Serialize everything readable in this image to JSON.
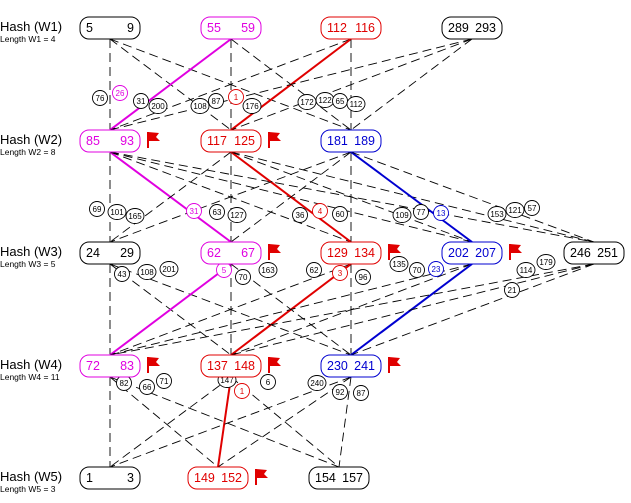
{
  "colors": {
    "black": "#000000",
    "magenta": "#e000e0",
    "red": "#e00000",
    "blue": "#0000d0",
    "flag": "#e00000"
  },
  "rows": [
    {
      "id": "w1",
      "label": "Hash (W1)",
      "length": "Length W1 = 4",
      "nodes": [
        {
          "id": "w1n1",
          "a": "5",
          "b": "9",
          "color": "black",
          "flag": false
        },
        {
          "id": "w1n2",
          "a": "55",
          "b": "59",
          "color": "magenta",
          "flag": false
        },
        {
          "id": "w1n3",
          "a": "112",
          "b": "116",
          "color": "red",
          "flag": false
        },
        {
          "id": "w1n4",
          "a": "289",
          "b": "293",
          "color": "black",
          "flag": false
        }
      ]
    },
    {
      "id": "w2",
      "label": "Hash (W2)",
      "length": "Length W2 = 8",
      "nodes": [
        {
          "id": "w2n1",
          "a": "85",
          "b": "93",
          "color": "magenta",
          "flag": true
        },
        {
          "id": "w2n2",
          "a": "117",
          "b": "125",
          "color": "red",
          "flag": true
        },
        {
          "id": "w2n3",
          "a": "181",
          "b": "189",
          "color": "blue",
          "flag": false
        }
      ]
    },
    {
      "id": "w3",
      "label": "Hash (W3)",
      "length": "Length W3 = 5",
      "nodes": [
        {
          "id": "w3n1",
          "a": "24",
          "b": "29",
          "color": "black",
          "flag": false
        },
        {
          "id": "w3n2",
          "a": "62",
          "b": "67",
          "color": "magenta",
          "flag": true
        },
        {
          "id": "w3n3",
          "a": "129",
          "b": "134",
          "color": "red",
          "flag": true
        },
        {
          "id": "w3n4",
          "a": "202",
          "b": "207",
          "color": "blue",
          "flag": true
        },
        {
          "id": "w3n5",
          "a": "246",
          "b": "251",
          "color": "black",
          "flag": false
        }
      ]
    },
    {
      "id": "w4",
      "label": "Hash (W4)",
      "length": "Length W4 = 11",
      "nodes": [
        {
          "id": "w4n1",
          "a": "72",
          "b": "83",
          "color": "magenta",
          "flag": true
        },
        {
          "id": "w4n2",
          "a": "137",
          "b": "148",
          "color": "red",
          "flag": true
        },
        {
          "id": "w4n3",
          "a": "230",
          "b": "241",
          "color": "blue",
          "flag": true
        }
      ]
    },
    {
      "id": "w5",
      "label": "Hash (W5)",
      "length": "Length W5 = 3",
      "nodes": [
        {
          "id": "w5n1",
          "a": "1",
          "b": "3",
          "color": "black",
          "flag": false
        },
        {
          "id": "w5n2",
          "a": "149",
          "b": "152",
          "color": "red",
          "flag": true
        },
        {
          "id": "w5n3",
          "a": "154",
          "b": "157",
          "color": "black",
          "flag": false
        }
      ]
    }
  ],
  "edges": [
    {
      "from": "w1n1",
      "to": "w2n1",
      "style": "dashed",
      "color": "black"
    },
    {
      "from": "w1n1",
      "to": "w2n2",
      "style": "dashed",
      "color": "black"
    },
    {
      "from": "w1n1",
      "to": "w2n3",
      "style": "dashed",
      "color": "black"
    },
    {
      "from": "w1n2",
      "to": "w2n1",
      "style": "solid",
      "color": "magenta"
    },
    {
      "from": "w1n2",
      "to": "w2n2",
      "style": "dashed",
      "color": "black"
    },
    {
      "from": "w1n2",
      "to": "w2n3",
      "style": "dashed",
      "color": "black"
    },
    {
      "from": "w1n3",
      "to": "w2n1",
      "style": "dashed",
      "color": "black"
    },
    {
      "from": "w1n3",
      "to": "w2n2",
      "style": "solid",
      "color": "red"
    },
    {
      "from": "w1n3",
      "to": "w2n3",
      "style": "dashed",
      "color": "black"
    },
    {
      "from": "w1n4",
      "to": "w2n1",
      "style": "dashed",
      "color": "black"
    },
    {
      "from": "w1n4",
      "to": "w2n2",
      "style": "dashed",
      "color": "black"
    },
    {
      "from": "w1n4",
      "to": "w2n3",
      "style": "dashed",
      "color": "black"
    },
    {
      "from": "w2n1",
      "to": "w3n1",
      "style": "dashed",
      "color": "black"
    },
    {
      "from": "w2n1",
      "to": "w3n2",
      "style": "solid",
      "color": "magenta"
    },
    {
      "from": "w2n1",
      "to": "w3n3",
      "style": "dashed",
      "color": "black"
    },
    {
      "from": "w2n1",
      "to": "w3n4",
      "style": "dashed",
      "color": "black"
    },
    {
      "from": "w2n1",
      "to": "w3n5",
      "style": "dashed",
      "color": "black"
    },
    {
      "from": "w2n2",
      "to": "w3n1",
      "style": "dashed",
      "color": "black"
    },
    {
      "from": "w2n2",
      "to": "w3n2",
      "style": "dashed",
      "color": "black"
    },
    {
      "from": "w2n2",
      "to": "w3n3",
      "style": "solid",
      "color": "red"
    },
    {
      "from": "w2n2",
      "to": "w3n4",
      "style": "dashed",
      "color": "black"
    },
    {
      "from": "w2n2",
      "to": "w3n5",
      "style": "dashed",
      "color": "black"
    },
    {
      "from": "w2n3",
      "to": "w3n1",
      "style": "dashed",
      "color": "black"
    },
    {
      "from": "w2n3",
      "to": "w3n2",
      "style": "dashed",
      "color": "black"
    },
    {
      "from": "w2n3",
      "to": "w3n3",
      "style": "dashed",
      "color": "black"
    },
    {
      "from": "w2n3",
      "to": "w3n4",
      "style": "solid",
      "color": "blue"
    },
    {
      "from": "w2n3",
      "to": "w3n5",
      "style": "dashed",
      "color": "black"
    },
    {
      "from": "w3n1",
      "to": "w4n1",
      "style": "dashed",
      "color": "black"
    },
    {
      "from": "w3n1",
      "to": "w4n2",
      "style": "dashed",
      "color": "black"
    },
    {
      "from": "w3n1",
      "to": "w4n3",
      "style": "dashed",
      "color": "black"
    },
    {
      "from": "w3n2",
      "to": "w4n1",
      "style": "solid",
      "color": "magenta"
    },
    {
      "from": "w3n2",
      "to": "w4n2",
      "style": "dashed",
      "color": "black"
    },
    {
      "from": "w3n2",
      "to": "w4n3",
      "style": "dashed",
      "color": "black"
    },
    {
      "from": "w3n3",
      "to": "w4n1",
      "style": "dashed",
      "color": "black"
    },
    {
      "from": "w3n3",
      "to": "w4n2",
      "style": "solid",
      "color": "red"
    },
    {
      "from": "w3n3",
      "to": "w4n3",
      "style": "dashed",
      "color": "black"
    },
    {
      "from": "w3n4",
      "to": "w4n1",
      "style": "dashed",
      "color": "black"
    },
    {
      "from": "w3n4",
      "to": "w4n2",
      "style": "dashed",
      "color": "black"
    },
    {
      "from": "w3n4",
      "to": "w4n3",
      "style": "solid",
      "color": "blue"
    },
    {
      "from": "w3n5",
      "to": "w4n1",
      "style": "dashed",
      "color": "black"
    },
    {
      "from": "w3n5",
      "to": "w4n2",
      "style": "dashed",
      "color": "black"
    },
    {
      "from": "w3n5",
      "to": "w4n3",
      "style": "dashed",
      "color": "black"
    },
    {
      "from": "w4n1",
      "to": "w5n1",
      "style": "dashed",
      "color": "black"
    },
    {
      "from": "w4n1",
      "to": "w5n2",
      "style": "dashed",
      "color": "black"
    },
    {
      "from": "w4n1",
      "to": "w5n3",
      "style": "dashed",
      "color": "black"
    },
    {
      "from": "w4n2",
      "to": "w5n1",
      "style": "dashed",
      "color": "black"
    },
    {
      "from": "w4n2",
      "to": "w5n2",
      "style": "solid",
      "color": "red"
    },
    {
      "from": "w4n2",
      "to": "w5n3",
      "style": "dashed",
      "color": "black"
    },
    {
      "from": "w4n3",
      "to": "w5n1",
      "style": "dashed",
      "color": "black"
    },
    {
      "from": "w4n3",
      "to": "w5n2",
      "style": "dashed",
      "color": "black"
    },
    {
      "from": "w4n3",
      "to": "w5n3",
      "style": "dashed",
      "color": "black"
    }
  ],
  "weights": [
    {
      "text": "76",
      "color": "black"
    },
    {
      "text": "26",
      "color": "magenta"
    },
    {
      "text": "31",
      "color": "black"
    },
    {
      "text": "200",
      "color": "black"
    },
    {
      "text": "108",
      "color": "black"
    },
    {
      "text": "87",
      "color": "black"
    },
    {
      "text": "1",
      "color": "red"
    },
    {
      "text": "176",
      "color": "black"
    },
    {
      "text": "172",
      "color": "black"
    },
    {
      "text": "122",
      "color": "black"
    },
    {
      "text": "65",
      "color": "black"
    },
    {
      "text": "112",
      "color": "black"
    },
    {
      "text": "69",
      "color": "black"
    },
    {
      "text": "101",
      "color": "black"
    },
    {
      "text": "165",
      "color": "black"
    },
    {
      "text": "31",
      "color": "magenta"
    },
    {
      "text": "63",
      "color": "black"
    },
    {
      "text": "127",
      "color": "black"
    },
    {
      "text": "36",
      "color": "black"
    },
    {
      "text": "4",
      "color": "red"
    },
    {
      "text": "60",
      "color": "black"
    },
    {
      "text": "109",
      "color": "black"
    },
    {
      "text": "77",
      "color": "black"
    },
    {
      "text": "13",
      "color": "blue"
    },
    {
      "text": "153",
      "color": "black"
    },
    {
      "text": "121",
      "color": "black"
    },
    {
      "text": "57",
      "color": "black"
    },
    {
      "text": "43",
      "color": "black"
    },
    {
      "text": "108",
      "color": "black"
    },
    {
      "text": "201",
      "color": "black"
    },
    {
      "text": "5",
      "color": "magenta"
    },
    {
      "text": "70",
      "color": "black"
    },
    {
      "text": "163",
      "color": "black"
    },
    {
      "text": "62",
      "color": "black"
    },
    {
      "text": "3",
      "color": "red"
    },
    {
      "text": "96",
      "color": "black"
    },
    {
      "text": "135",
      "color": "black"
    },
    {
      "text": "70",
      "color": "black"
    },
    {
      "text": "23",
      "color": "blue"
    },
    {
      "text": "114",
      "color": "black"
    },
    {
      "text": "179",
      "color": "black"
    },
    {
      "text": "21",
      "color": "black"
    },
    {
      "text": "82",
      "color": "black"
    },
    {
      "text": "66",
      "color": "black"
    },
    {
      "text": "71",
      "color": "black"
    },
    {
      "text": "147",
      "color": "black"
    },
    {
      "text": "1",
      "color": "red"
    },
    {
      "text": "6",
      "color": "black"
    },
    {
      "text": "240",
      "color": "black"
    },
    {
      "text": "92",
      "color": "black"
    },
    {
      "text": "87",
      "color": "black"
    }
  ]
}
